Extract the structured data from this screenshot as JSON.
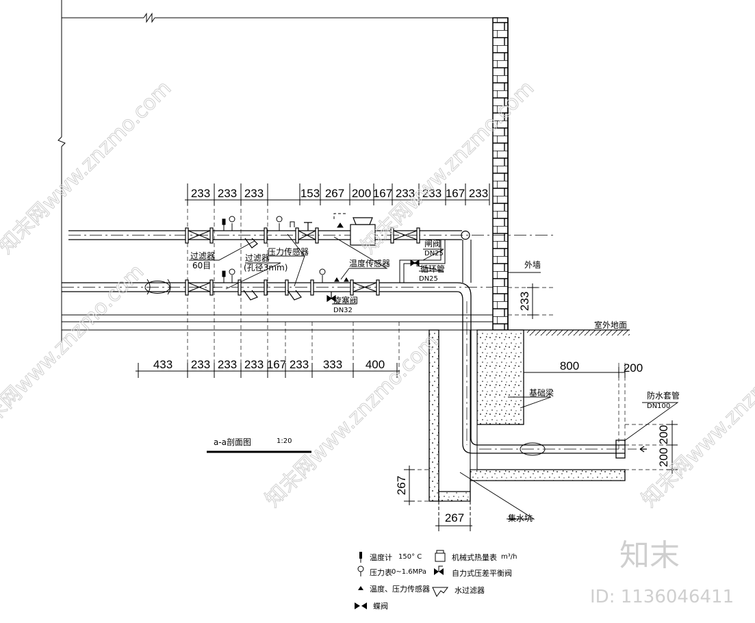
{
  "dimensions": {
    "top_row": [
      "233",
      "233",
      "233",
      "153",
      "267",
      "200",
      "167",
      "233",
      "233",
      "167",
      "233"
    ],
    "bottom_row": [
      "433",
      "233",
      "233",
      "233",
      "167",
      "233",
      "333",
      "400"
    ],
    "right_233": "233",
    "foundation_800": "800",
    "foundation_200": "200",
    "sleeve_200_a": "200",
    "sleeve_200_b": "200",
    "pit_height": "267",
    "pit_width": "267"
  },
  "labels": {
    "filter_60": "过滤器",
    "filter_60_sub": "60目",
    "filter_3mm": "过滤器",
    "filter_3mm_sub": "(孔径3mm)",
    "pressure_sensor": "压力传感器",
    "temp_sensor": "温度传感器",
    "gate_valve": "闸阀",
    "gate_valve_dn": "DN25",
    "circ_pipe": "循环管",
    "circ_pipe_dn": "DN25",
    "plug_valve": "旋塞阀",
    "plug_valve_dn": "DN32",
    "outer_wall": "外墙",
    "outdoor_ground": "室外地面",
    "foundation_beam": "基础梁",
    "waterproof_sleeve": "防水套管",
    "waterproof_sleeve_dn": "DN100",
    "sump": "集水坑",
    "section_title": "a-a剖面图",
    "section_scale": "1:20"
  },
  "legend": [
    {
      "icon": "thermometer-icon",
      "text": "温度计",
      "note": "150° C"
    },
    {
      "icon": "pressure-gauge-icon",
      "text": "压力表",
      "note": "0~1.6MPa"
    },
    {
      "icon": "temp-pressure-sensor-icon",
      "text": "温度、压力传感器"
    },
    {
      "icon": "butterfly-valve-icon",
      "text": "蝶阀"
    },
    {
      "icon": "heat-meter-icon",
      "text": "机械式热量表",
      "note": "m³/h"
    },
    {
      "icon": "balance-valve-icon",
      "text": "自力式压差平衡阀"
    },
    {
      "icon": "water-filter-icon",
      "text": "水过滤器"
    }
  ],
  "watermarks": {
    "site": "知末网www.znzmo.com",
    "brand": "知末",
    "id": "ID: 1136046411"
  },
  "colors": {
    "line": "#000000",
    "watermark": "#cfcfcf"
  }
}
